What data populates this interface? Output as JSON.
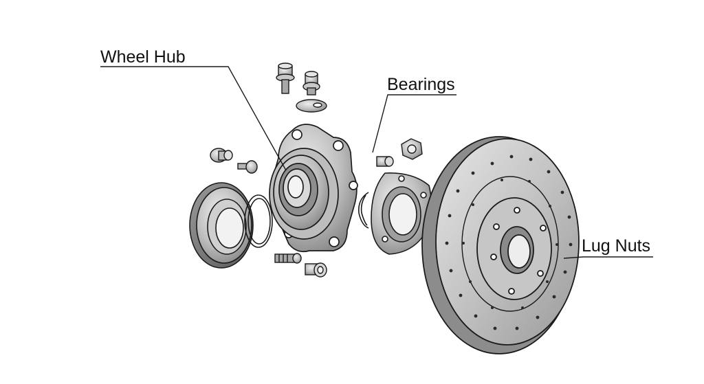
{
  "labels": {
    "wheel_hub": "Wheel Hub",
    "bearings": "Bearings",
    "lug_nuts": "Lug Nuts"
  },
  "colors": {
    "line": "#1a1a1a",
    "metal_light": "#d4d4d4",
    "metal_mid": "#a8a8a8",
    "metal_dark": "#6e6e6e",
    "background": "#ffffff"
  }
}
